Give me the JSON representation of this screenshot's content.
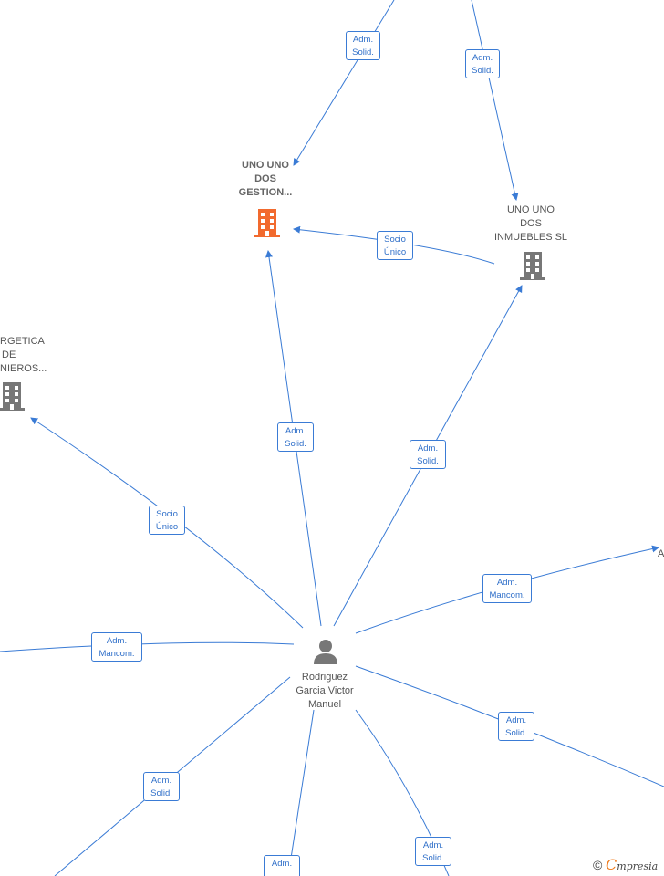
{
  "nodes": {
    "gestion": {
      "lines": [
        "UNO UNO",
        "DOS",
        "GESTION..."
      ]
    },
    "inmuebles": {
      "lines": [
        "UNO UNO",
        "DOS",
        "INMUEBLES  SL"
      ]
    },
    "energetica": {
      "lines": [
        "RGETICA",
        "DE",
        "NIEROS..."
      ]
    },
    "person": {
      "lines": [
        "Rodriguez",
        "Garcia Victor",
        "Manuel"
      ]
    },
    "edge_right": {
      "lines": [
        "A"
      ]
    }
  },
  "relations": {
    "top_left": [
      "Adm.",
      "Solid."
    ],
    "top_right": [
      "Adm.",
      "Solid."
    ],
    "socio_inmuebles": [
      "Socio",
      "Único"
    ],
    "person_gestion": [
      "Adm.",
      "Solid."
    ],
    "person_inmuebles": [
      "Adm.",
      "Solid."
    ],
    "socio_energetica": [
      "Socio",
      "Único"
    ],
    "mancom_right": [
      "Adm.",
      "Mancom."
    ],
    "mancom_left": [
      "Adm.",
      "Mancom."
    ],
    "solid_right": [
      "Adm.",
      "Solid."
    ],
    "solid_bottom_left": [
      "Adm.",
      "Solid."
    ],
    "solid_bottom_right": [
      "Adm.",
      "Solid."
    ],
    "solid_bottom": [
      "Adm."
    ]
  },
  "colors": {
    "edge": "#3a7bd5",
    "highlight_company": "#f26a2e",
    "company": "#777777",
    "person": "#777777"
  },
  "icons": {
    "company": "building-icon",
    "person": "person-icon"
  },
  "footer": {
    "copyright_symbol": "©",
    "brand_first": "C",
    "brand_rest": "mpresia"
  }
}
